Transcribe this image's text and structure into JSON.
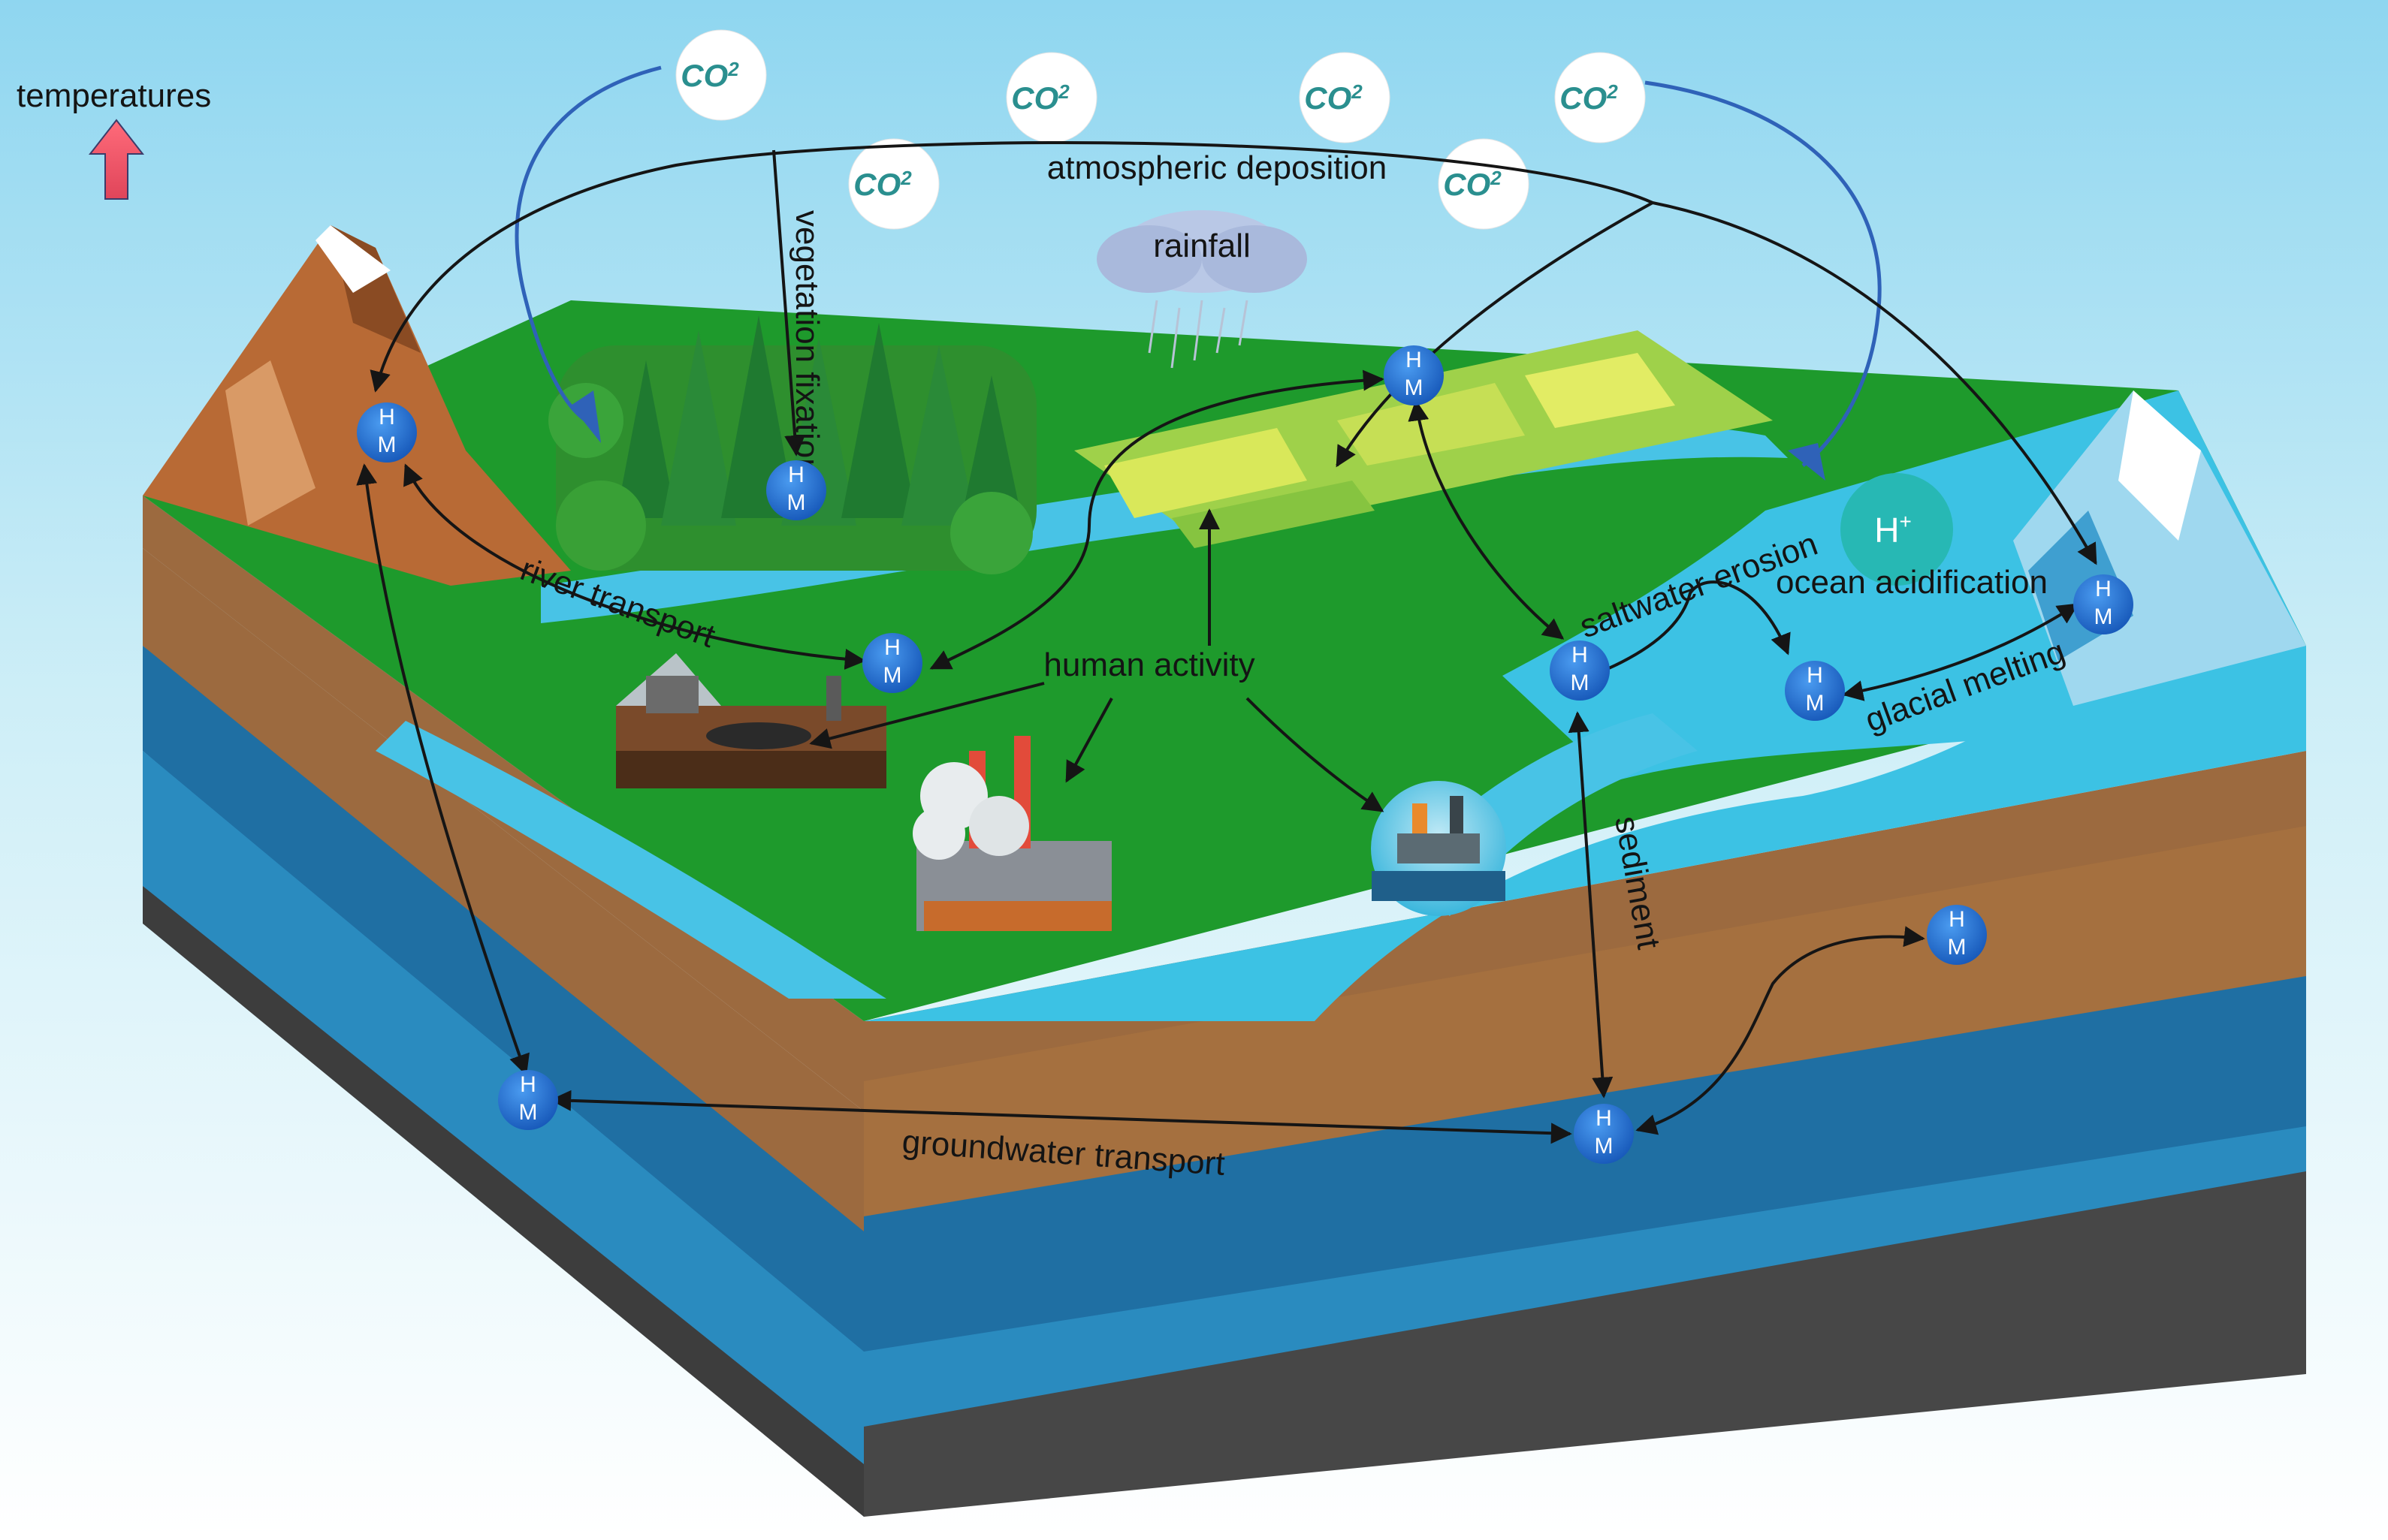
{
  "labels": {
    "temperatures": "temperatures",
    "atmospheric_deposition": "atmospheric deposition",
    "vegetation_fixation": "vegetation fixation",
    "rainfall": "rainfall",
    "river_transport": "river transport",
    "human_activity": "human activity",
    "saltwater_erosion": "saltwater erosion",
    "ocean_acidification": "ocean acidification",
    "glacial_melting": "glacial melting",
    "sediment": "sediment",
    "groundwater_transport": "groundwater transport"
  },
  "co2": {
    "base": "CO",
    "sub": "2"
  },
  "hplus": {
    "base": "H",
    "sup": "+"
  },
  "hm": {
    "h": "H",
    "m": "M"
  },
  "colors": {
    "sky_top": "#8fd6f0",
    "grass": "#1e9a2c",
    "water": "#3cc2e4",
    "soil": "#9c6a3f",
    "aquifer": "#1f6fa3",
    "bedrock": "#4a4a4a",
    "hm_badge": "#2577d4",
    "co2_text": "#2a8f8f",
    "temp_arrow": "#f05a6a"
  }
}
